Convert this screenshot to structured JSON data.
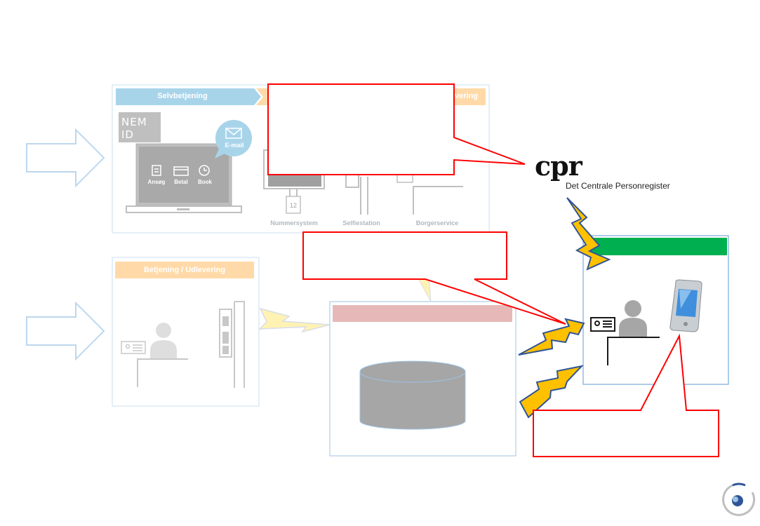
{
  "panel_top": {
    "tab_left": "Selvbetjening",
    "tab_right_fragment": "vering",
    "nemid_label": "NEM ID",
    "email_label": "E-mail",
    "laptop_icons": [
      "Ansøg",
      "Betal",
      "Book"
    ],
    "ticket_number": "12",
    "stations": [
      "Nummersystem",
      "Selfiestation",
      "Borgerservice"
    ]
  },
  "panel_bottom": {
    "tab": "Betjening / Udlevering"
  },
  "cpr": {
    "logo": "cpr",
    "subtitle": "Det Centrale Personregister"
  },
  "colors": {
    "callout_border": "#ff0000",
    "green_bar": "#00b050",
    "pink_bar": "#e6b9b8",
    "bolt_fill": "#ffc000",
    "bolt_stroke": "#2f5597",
    "faded_bolt_fill": "#fff2b3",
    "arrow_stroke": "#bdd7ee",
    "tab_blue": "#a8d4ea",
    "tab_orange": "#ffdaa8",
    "database_fill": "#a6a6a6"
  },
  "icons": [
    "right-arrow-icon",
    "envelope-icon",
    "clipboard-icon",
    "card-icon",
    "clock-icon",
    "person-icon",
    "id-card-icon",
    "mobile-phone-icon",
    "lightning-bolt-icon",
    "database-icon",
    "refresh-circle-icon"
  ]
}
